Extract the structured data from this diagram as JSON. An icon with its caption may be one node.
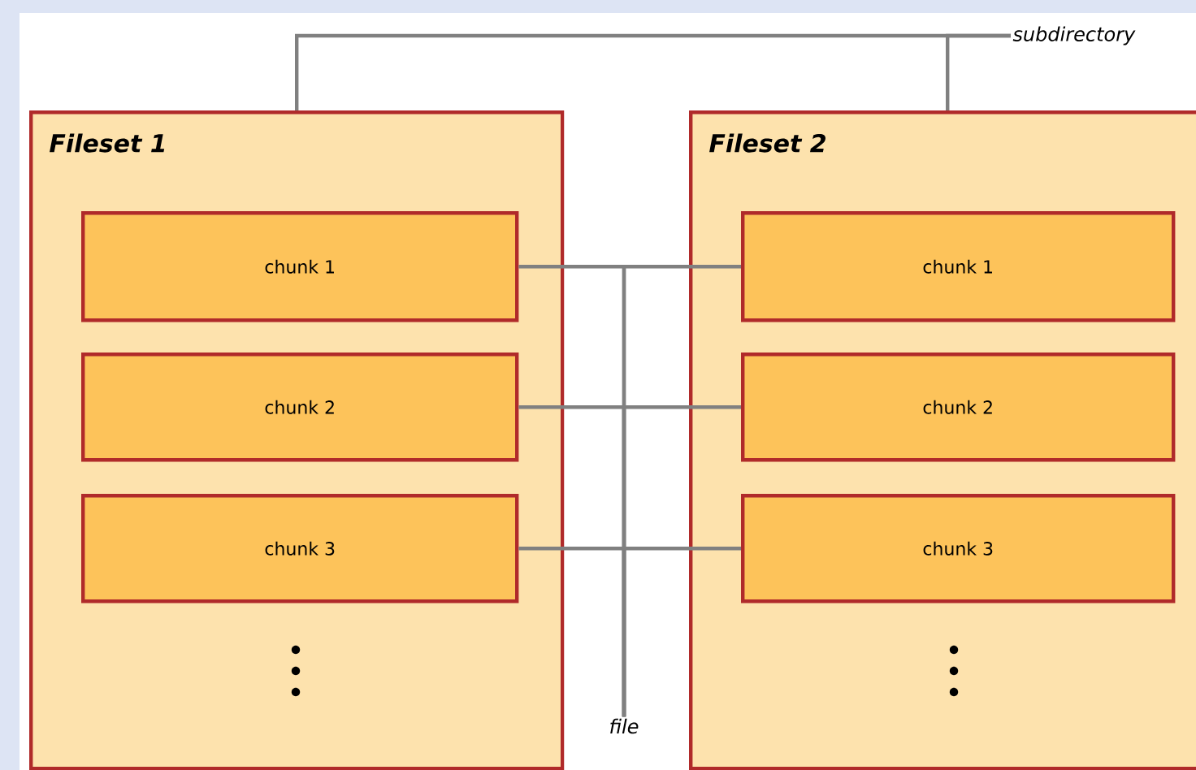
{
  "diagram": {
    "nodes": [
      {
        "text": [
          "Fileset 1"
        ]
      },
      {
        "text": [
          "chunk 1"
        ],
        "in": 0
      },
      {
        "text": [
          "chunk 2"
        ],
        "in": 0
      },
      {
        "text": [
          "chunk 3"
        ],
        "in": 0
      },
      {
        "text": [
          "Fileset 2"
        ]
      },
      {
        "text": [
          "chunk 1"
        ],
        "in": 4
      },
      {
        "text": [
          "chunk 2"
        ],
        "in": 4
      },
      {
        "text": [
          "chunk 3"
        ],
        "in": 4
      },
      {
        "text": [
          "subdirectory"
        ]
      },
      {
        "text": [
          "file"
        ]
      }
    ],
    "edges": [
      {
        "from": 8,
        "to": 0,
        "arrow": "none"
      },
      {
        "from": 8,
        "to": 4,
        "arrow": "none"
      },
      {
        "from": 9,
        "to": 1,
        "arrow": "none"
      },
      {
        "from": 9,
        "to": 2,
        "arrow": "none"
      },
      {
        "from": 9,
        "to": 3,
        "arrow": "none"
      },
      {
        "from": 9,
        "to": 5,
        "arrow": "none"
      },
      {
        "from": 9,
        "to": 6,
        "arrow": "none"
      },
      {
        "from": 9,
        "to": 7,
        "arrow": "none"
      }
    ]
  }
}
